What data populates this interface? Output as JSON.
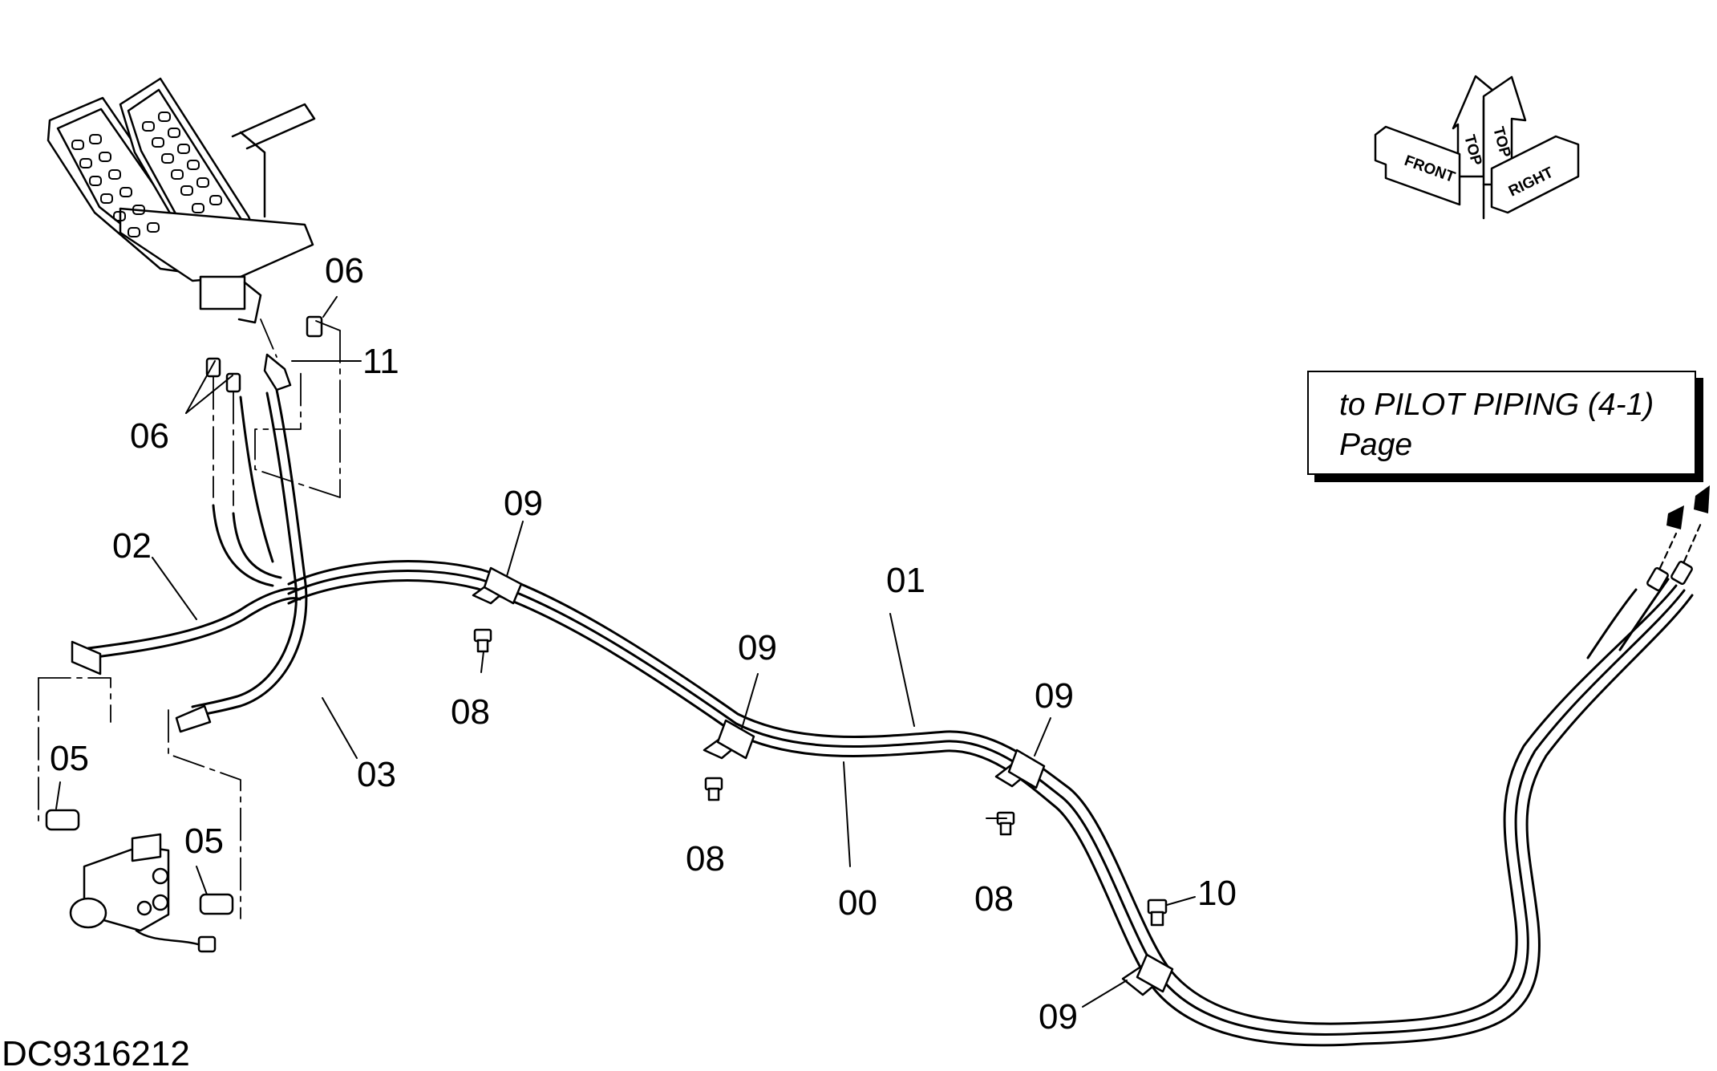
{
  "drawing_id": "DC9316212",
  "reference_note": {
    "line1": "to PILOT PIPING (4-1)",
    "line2": "Page"
  },
  "orientation_arrows": {
    "front": "FRONT",
    "right": "RIGHT",
    "top_left": "TOP",
    "top_right": "TOP"
  },
  "part_labels": {
    "p00": "00",
    "p01": "01",
    "p02": "02",
    "p03": "03",
    "p05a": "05",
    "p05b": "05",
    "p06a": "06",
    "p06b": "06",
    "p08a": "08",
    "p08b": "08",
    "p08c": "08",
    "p09a": "09",
    "p09b": "09",
    "p09c": "09",
    "p09d": "09",
    "p10": "10",
    "p11": "11"
  }
}
